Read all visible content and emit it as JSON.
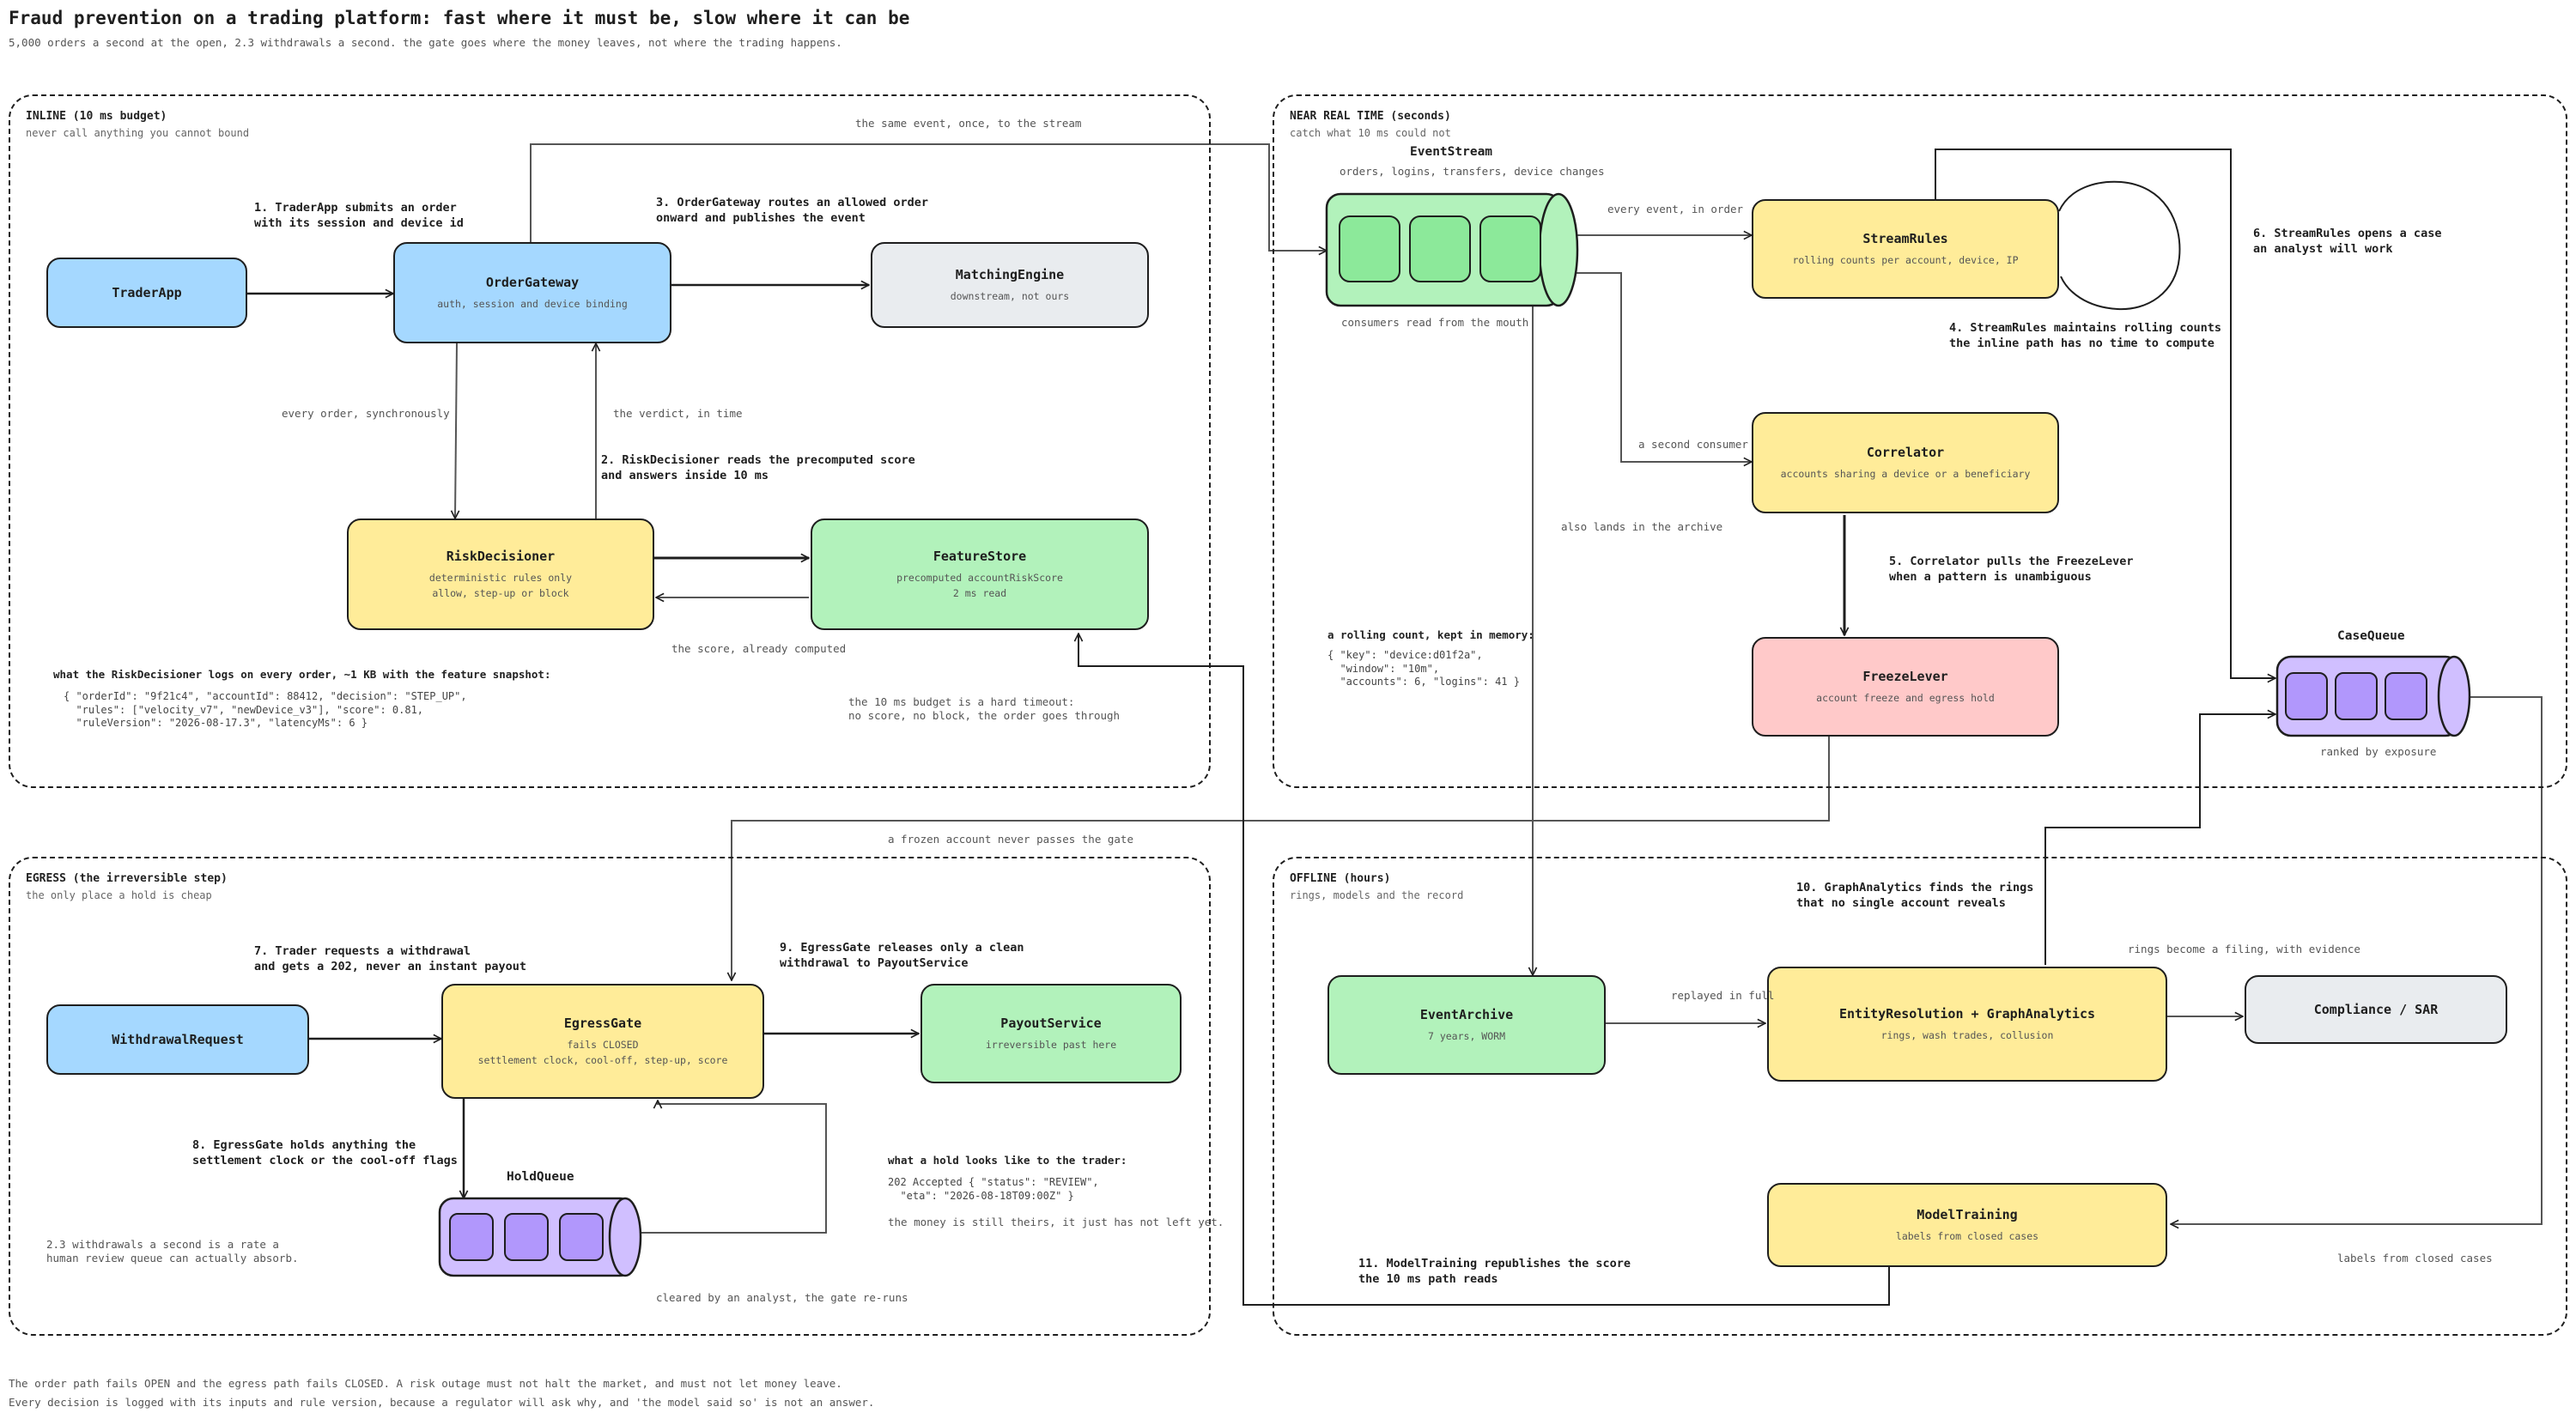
{
  "header": {
    "title": "Fraud prevention on a trading platform: fast where it must be, slow where it can be",
    "subtitle": "5,000 orders a second at the open, 2.3 withdrawals a second. the gate goes where the money leaves, not where the trading happens."
  },
  "zones": {
    "inline": {
      "title": "INLINE (10 ms budget)",
      "subtitle": "never call anything you cannot bound"
    },
    "realtime": {
      "title": "NEAR REAL TIME (seconds)",
      "subtitle": "catch what 10 ms could not"
    },
    "egress": {
      "title": "EGRESS (the irreversible step)",
      "subtitle": "the only place a hold is cheap"
    },
    "offline": {
      "title": "OFFLINE (hours)",
      "subtitle": "rings, models and the record"
    }
  },
  "nodes": {
    "trader_app": {
      "title": "TraderApp"
    },
    "order_gateway": {
      "title": "OrderGateway",
      "sub": "auth, session and device binding"
    },
    "matching_engine": {
      "title": "MatchingEngine",
      "sub": "downstream, not ours"
    },
    "risk_decisioner": {
      "title": "RiskDecisioner",
      "sub": "deterministic rules only\nallow, step-up or block"
    },
    "feature_store": {
      "title": "FeatureStore",
      "sub": "precomputed accountRiskScore\n2 ms read"
    },
    "stream_rules": {
      "title": "StreamRules",
      "sub": "rolling counts per account, device, IP"
    },
    "correlator": {
      "title": "Correlator",
      "sub": "accounts sharing a device or a beneficiary"
    },
    "freeze_lever": {
      "title": "FreezeLever",
      "sub": "account freeze and egress hold"
    },
    "withdrawal_request": {
      "title": "WithdrawalRequest"
    },
    "egress_gate": {
      "title": "EgressGate",
      "sub": "fails CLOSED\nsettlement clock, cool-off, step-up, score"
    },
    "payout_service": {
      "title": "PayoutService",
      "sub": "irreversible past here"
    },
    "event_archive": {
      "title": "EventArchive",
      "sub": "7 years, WORM"
    },
    "graph_analytics": {
      "title": "EntityResolution + GraphAnalytics",
      "sub": "rings, wash trades, collusion"
    },
    "compliance": {
      "title": "Compliance / SAR"
    },
    "model_training": {
      "title": "ModelTraining",
      "sub": "labels from closed cases"
    }
  },
  "queues": {
    "event_stream": {
      "title": "EventStream",
      "sub": "orders, logins, transfers, device changes",
      "caption": "consumers read from the mouth"
    },
    "case_queue": {
      "title": "CaseQueue",
      "caption": "ranked by exposure"
    },
    "hold_queue": {
      "title": "HoldQueue"
    }
  },
  "steps": {
    "s1": "1. TraderApp submits an order\nwith its session and device id",
    "s2": "2. RiskDecisioner reads the precomputed score\nand answers inside 10 ms",
    "s3": "3. OrderGateway routes an allowed order\nonward and publishes the event",
    "s4": "4. StreamRules maintains rolling counts\nthe inline path has no time to compute",
    "s5": "5. Correlator pulls the FreezeLever\nwhen a pattern is unambiguous",
    "s6": "6. StreamRules opens a case\nan analyst will work",
    "s7": "7. Trader requests a withdrawal\nand gets a 202, never an instant payout",
    "s8": "8. EgressGate holds anything the\nsettlement clock or the cool-off flags",
    "s9": "9. EgressGate releases only a clean\nwithdrawal to PayoutService",
    "s10": "10. GraphAnalytics finds the rings\nthat no single account reveals",
    "s11": "11. ModelTraining republishes the score\nthe 10 ms path reads"
  },
  "labels": {
    "same_event": "the same event, once, to the stream",
    "every_order": "every order, synchronously",
    "verdict": "the verdict, in time",
    "score_computed": "the score, already computed",
    "budget_timeout": "the 10 ms budget is a hard timeout:\nno score, no block, the order goes through",
    "every_event": "every event, in order",
    "second_consumer": "a second consumer",
    "archive_lands": "also lands in the archive",
    "frozen_never": "a frozen account never passes the gate",
    "replayed": "replayed in full",
    "filing": "rings become a filing, with evidence",
    "labels_closed": "labels from closed cases",
    "cleared": "cleared by an analyst, the gate re-runs",
    "withdrawal_rate": "2.3 withdrawals a second is a rate a\nhuman review queue can actually absorb."
  },
  "notes": {
    "log_title": "what the RiskDecisioner logs on every order, ~1 KB with the feature snapshot:",
    "log_code": "{ \"orderId\": \"9f21c4\", \"accountId\": 88412, \"decision\": \"STEP_UP\",\n  \"rules\": [\"velocity_v7\", \"newDevice_v3\"], \"score\": 0.81,\n  \"ruleVersion\": \"2026-08-17.3\", \"latencyMs\": 6 }",
    "count_title": "a rolling count, kept in memory:",
    "count_code": "{ \"key\": \"device:d01f2a\",\n  \"window\": \"10m\",\n  \"accounts\": 6, \"logins\": 41 }",
    "hold_title": "what a hold looks like to the trader:",
    "hold_code": "202 Accepted { \"status\": \"REVIEW\",\n  \"eta\": \"2026-08-18T09:00Z\" }",
    "hold_tail": "the money is still theirs, it just has not left yet."
  },
  "footer": {
    "line1": "The order path fails OPEN and the egress path fails CLOSED. A risk outage must not halt the market, and must not let money leave.",
    "line2": "Every decision is logged with its inputs and rule version, because a regulator will ask why, and 'the model said so' is not an answer."
  }
}
